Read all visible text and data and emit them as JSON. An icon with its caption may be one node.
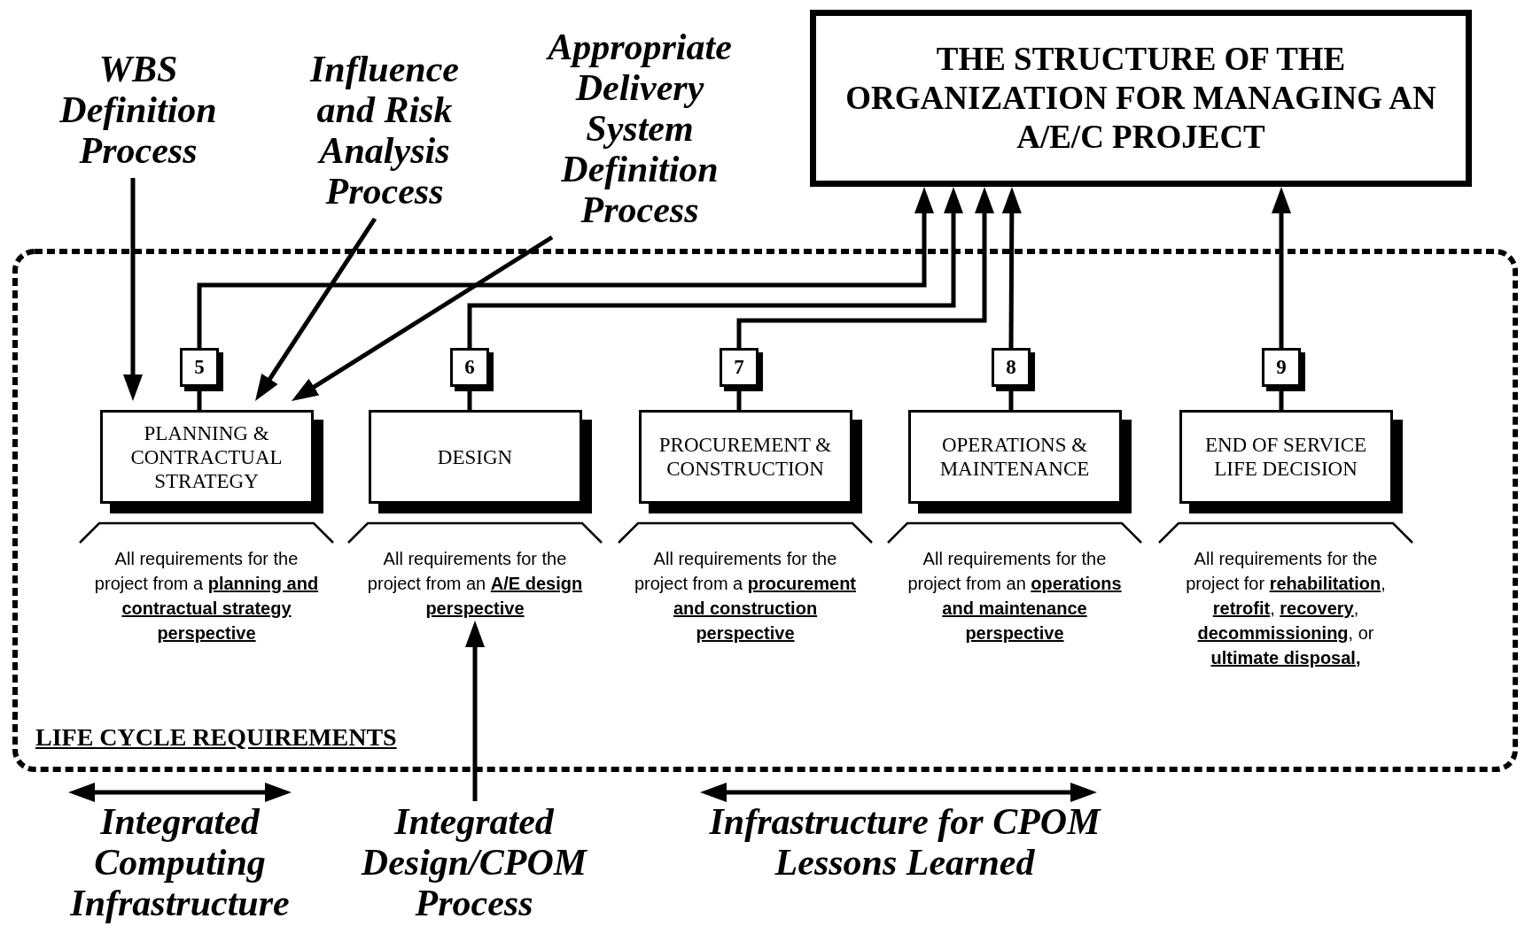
{
  "diagram": {
    "nodes": [
      {
        "text": [
          "THE STRUCTURE OF THE ORGANIZATION FOR MANAGING AN A/E/C PROJECT"
        ]
      },
      {
        "text": [
          "WBS Definition Process"
        ]
      },
      {
        "text": [
          "Influence and Risk Analysis Process"
        ]
      },
      {
        "text": [
          "Appropriate Delivery System Definition Process"
        ]
      },
      {
        "text": [
          "LIFE CYCLE REQUIREMENTS"
        ]
      },
      {
        "text": [
          "5"
        ],
        "in": 4
      },
      {
        "text": [
          "PLANNING & CONTRACTUAL STRATEGY"
        ],
        "in": 4,
        "beside": [
          "All requirements for the project from a **planning and contractual strategy perspective**"
        ]
      },
      {
        "text": [
          "6"
        ],
        "in": 4
      },
      {
        "text": [
          "DESIGN"
        ],
        "in": 4,
        "beside": [
          "All requirements for the project from an **A/E design perspective**"
        ]
      },
      {
        "text": [
          "7"
        ],
        "in": 4
      },
      {
        "text": [
          "PROCUREMENT & CONSTRUCTION"
        ],
        "in": 4,
        "beside": [
          "All requirements for the project from a **procurement and construction perspective**"
        ]
      },
      {
        "text": [
          "8"
        ],
        "in": 4
      },
      {
        "text": [
          "OPERATIONS & MAINTENANCE"
        ],
        "in": 4,
        "beside": [
          "All requirements for the project from an **operations and maintenance perspective**"
        ]
      },
      {
        "text": [
          "9"
        ],
        "in": 4
      },
      {
        "text": [
          "END OF SERVICE LIFE DECISION"
        ],
        "in": 4,
        "beside": [
          "All requirements for the project for **rehabilitation**, **retrofit**, **recovery**, **decommissioning**, or **ultimate disposal,**"
        ]
      },
      {
        "text": [
          "Integrated Computing Infrastructure"
        ]
      },
      {
        "text": [
          "Integrated Design/CPOM Process"
        ]
      },
      {
        "text": [
          "Infrastructure for CPOM Lessons Learned"
        ]
      }
    ],
    "edges": [
      {
        "from": 1,
        "to": 6,
        "arrow": "to"
      },
      {
        "from": 2,
        "to": 6,
        "arrow": "to"
      },
      {
        "from": 3,
        "to": 6,
        "arrow": "to"
      },
      {
        "from": 5,
        "to": 0,
        "arrow": "to"
      },
      {
        "from": 7,
        "to": 0,
        "arrow": "to"
      },
      {
        "from": 9,
        "to": 0,
        "arrow": "to"
      },
      {
        "from": 11,
        "to": 0,
        "arrow": "to"
      },
      {
        "from": 13,
        "to": 0,
        "arrow": "to"
      },
      {
        "from": 6,
        "to": 5,
        "arrow": "none"
      },
      {
        "from": 8,
        "to": 7,
        "arrow": "none"
      },
      {
        "from": 10,
        "to": 9,
        "arrow": "none"
      },
      {
        "from": 12,
        "to": 11,
        "arrow": "none"
      },
      {
        "from": 14,
        "to": 13,
        "arrow": "none"
      },
      {
        "from": 16,
        "to": 8,
        "arrow": "to"
      }
    ]
  }
}
